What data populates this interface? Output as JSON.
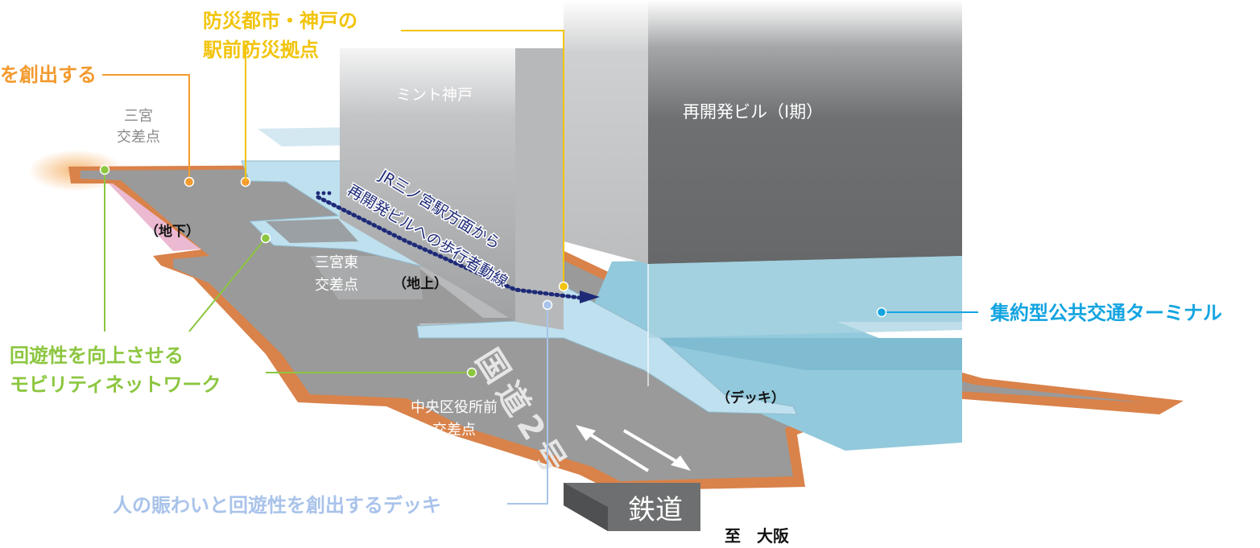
{
  "colors": {
    "orange": "#f39a2e",
    "yellow": "#f2c40c",
    "green": "#8cc63f",
    "deck_blue": "#a9c3ea",
    "cyan": "#13a4e0",
    "navy": "#1e2a78",
    "road": "#9a9a9a",
    "sidewalk": "#d9824a",
    "water": "#93c9dc"
  },
  "callouts": {
    "orange_tail": "を創出する",
    "yellow_line1": "防災都市・神戸の",
    "yellow_line2": "駅前防災拠点",
    "green_line1": "回遊性を向上させる",
    "green_line2": "モビリティネットワーク",
    "deck": "人の賑わいと回遊性を創出するデッキ",
    "terminal": "集約型公共交通ターミナル"
  },
  "labels": {
    "sannomiya_1": "三宮",
    "sannomiya_2": "交差点",
    "sannomiya_east_1": "三宮東",
    "sannomiya_east_2": "交差点",
    "chuo_1": "中央区役所前",
    "chuo_2": "交差点",
    "underground": "（地下）",
    "ground": "（地上）",
    "deck_paren": "（デッキ）",
    "mint_kobe": "ミント神戸",
    "redevelopment": "再開発ビル（Ⅰ期）",
    "route_line1": "JR三ノ宮駅方面から",
    "route_line2": "再開発ビルへの歩行者動線",
    "road_marking": "国道2号",
    "railway": "鉄道",
    "to_osaka": "至　大阪"
  },
  "icons": {
    "arrow": "arrow-icon",
    "callout_dot": "callout-dot-icon"
  }
}
